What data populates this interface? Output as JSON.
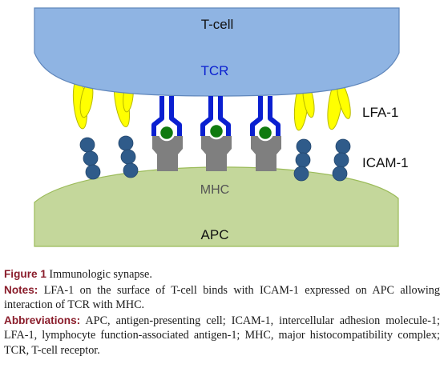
{
  "figure": {
    "labels": {
      "tcell": "T-cell",
      "tcr": "TCR",
      "lfa1": "LFA-1",
      "icam1": "ICAM-1",
      "mhc": "MHC",
      "apc": "APC"
    },
    "colors": {
      "tcell": "#8fb4e3",
      "apc": "#c4d79b",
      "tcr": "#0a1fd0",
      "lfa1": "#ffff00",
      "icam1": "#2f5b8a",
      "mhc": "#7f7f7f",
      "peptide": "#0f7a0f"
    }
  },
  "caption": {
    "figure_label": "Figure 1",
    "figure_title": " Immunologic synapse.",
    "notes_label": "Notes:",
    "notes_text": " LFA-1 on the surface of T-cell binds with ICAM-1 expressed on APC allowing interaction of TCR with MHC.",
    "abbrev_label": "Abbreviations:",
    "abbrev_text": " APC, antigen-presenting cell; ICAM-1, intercellular adhesion molecule-1; LFA-1, lymphocyte function-associated antigen-1; MHC, major histocompatibility complex; TCR, T-cell receptor."
  }
}
